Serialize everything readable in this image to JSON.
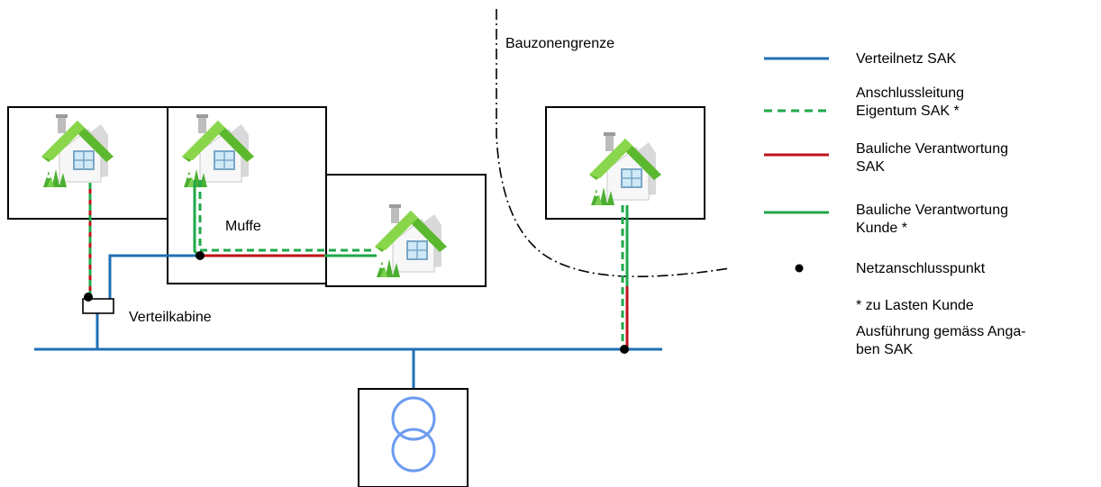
{
  "labels": {
    "zone_boundary": "Bauzonengrenze",
    "sleeve": "Muffe",
    "distribution_cabin": "Verteilkabine"
  },
  "legend": {
    "items": [
      {
        "line1": "Verteilnetz SAK",
        "line2": "",
        "style": "solid",
        "color": "#1f6fb5"
      },
      {
        "line1": "Anschlussleitung",
        "line2": "Eigentum SAK *",
        "style": "dashed",
        "color": "#1fa84a"
      },
      {
        "line1": "Bauliche Verantwortung",
        "line2": "SAK",
        "style": "solid",
        "color": "#c0121a"
      },
      {
        "line1": "Bauliche Verantwortung",
        "line2": "Kunde *",
        "style": "solid",
        "color": "#1fa84a"
      },
      {
        "line1": "Netzanschlusspunkt",
        "line2": "",
        "style": "dot",
        "color": "#000000"
      }
    ],
    "note_lines": [
      "* zu Lasten Kunde",
      "Ausführung gemäss Anga-",
      "ben SAK"
    ]
  },
  "colors": {
    "grid_blue": "#1f6fb5",
    "connection_green": "#1fa84a",
    "responsibility_red": "#c0121a",
    "transformer_blue": "#6c9cf0",
    "roof_green": "#5cb82e",
    "house_wall": "#f2f2f2"
  },
  "icons": {
    "house": "house-icon",
    "transformer": "transformer-icon",
    "connection_point": "connection-point-dot"
  }
}
